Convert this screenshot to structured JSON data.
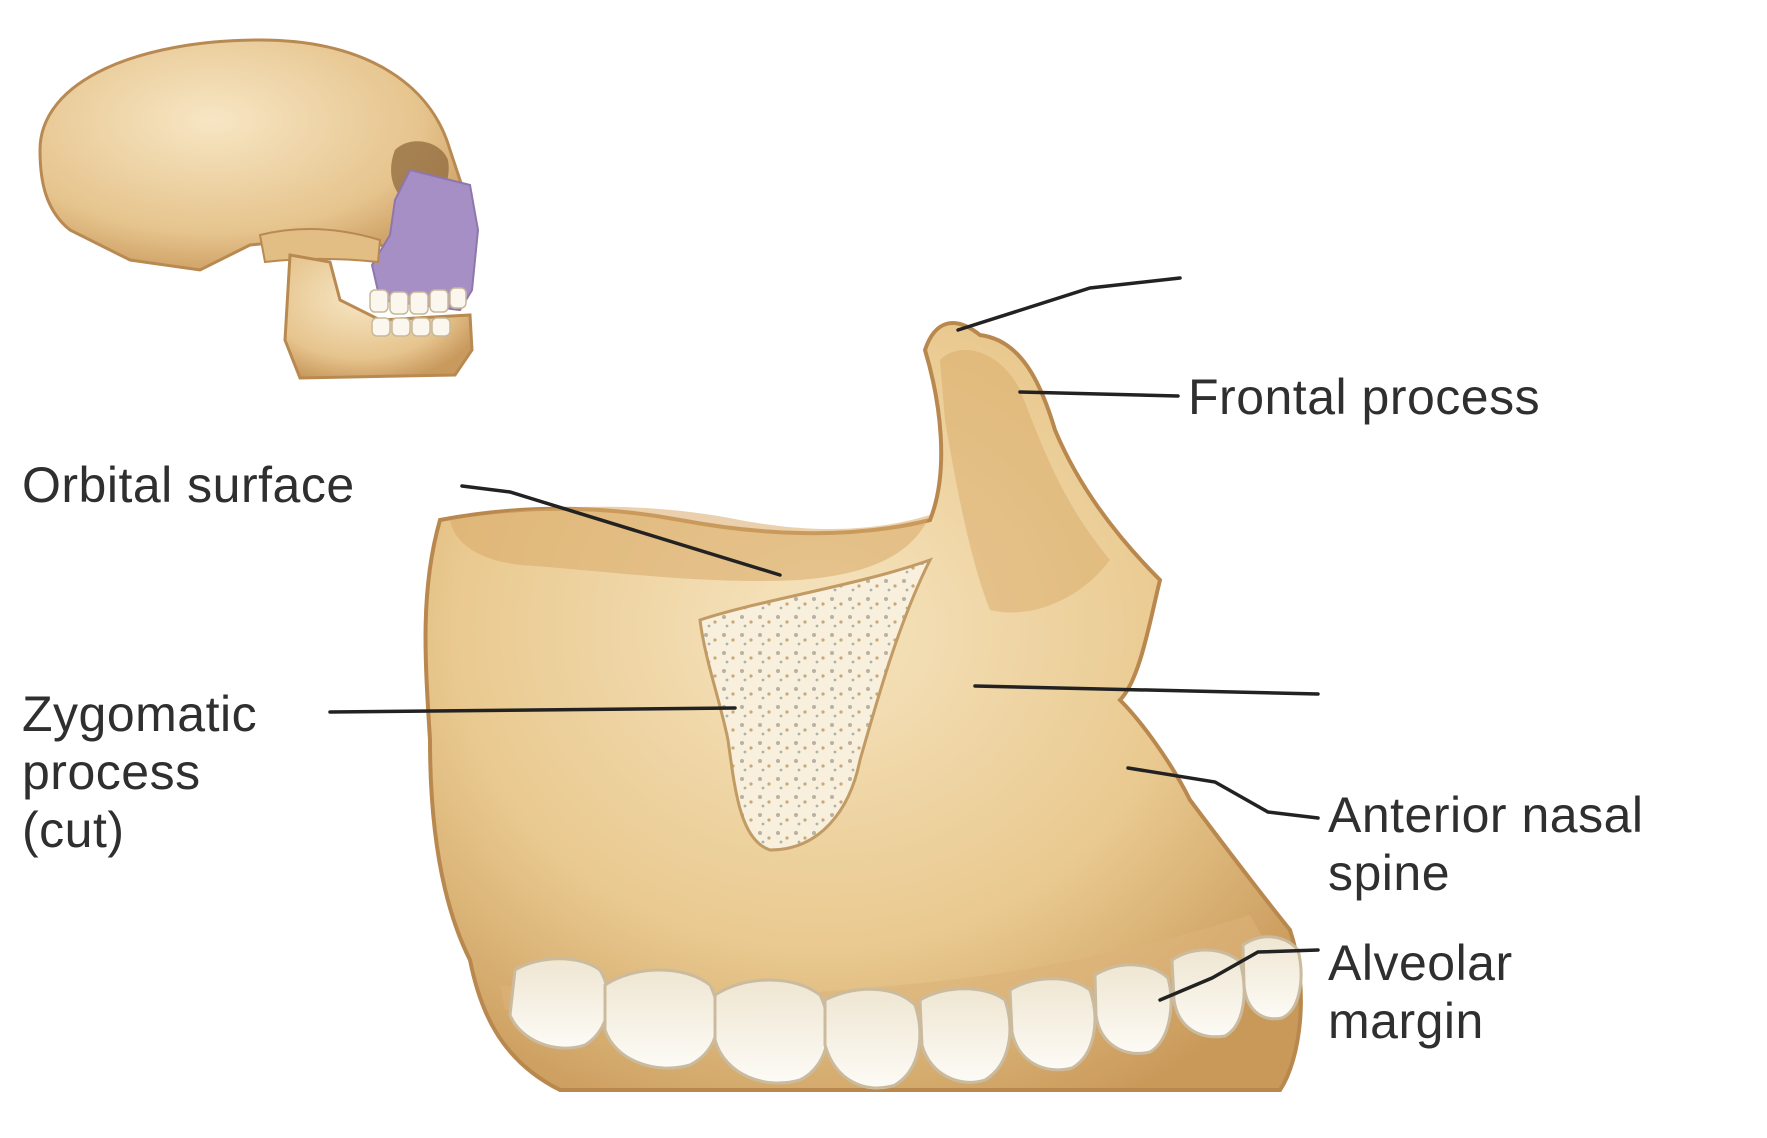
{
  "labels": {
    "frontal_process": "Frontal process",
    "orbital_surface": "Orbital surface",
    "zygomatic_process": "Zygomatic\nprocess\n(cut)",
    "anterior_nasal_spine": "Anterior nasal\nspine",
    "alveolar_margin": "Alveolar\nmargin"
  },
  "colors": {
    "bone": "#e9c98f",
    "bone_dark": "#c9995a",
    "bone_light": "#f6e4bf",
    "highlight": "#a68fc4",
    "tooth": "#fbf7ee",
    "leader": "#222222",
    "label_text": "#2f2f2f"
  }
}
